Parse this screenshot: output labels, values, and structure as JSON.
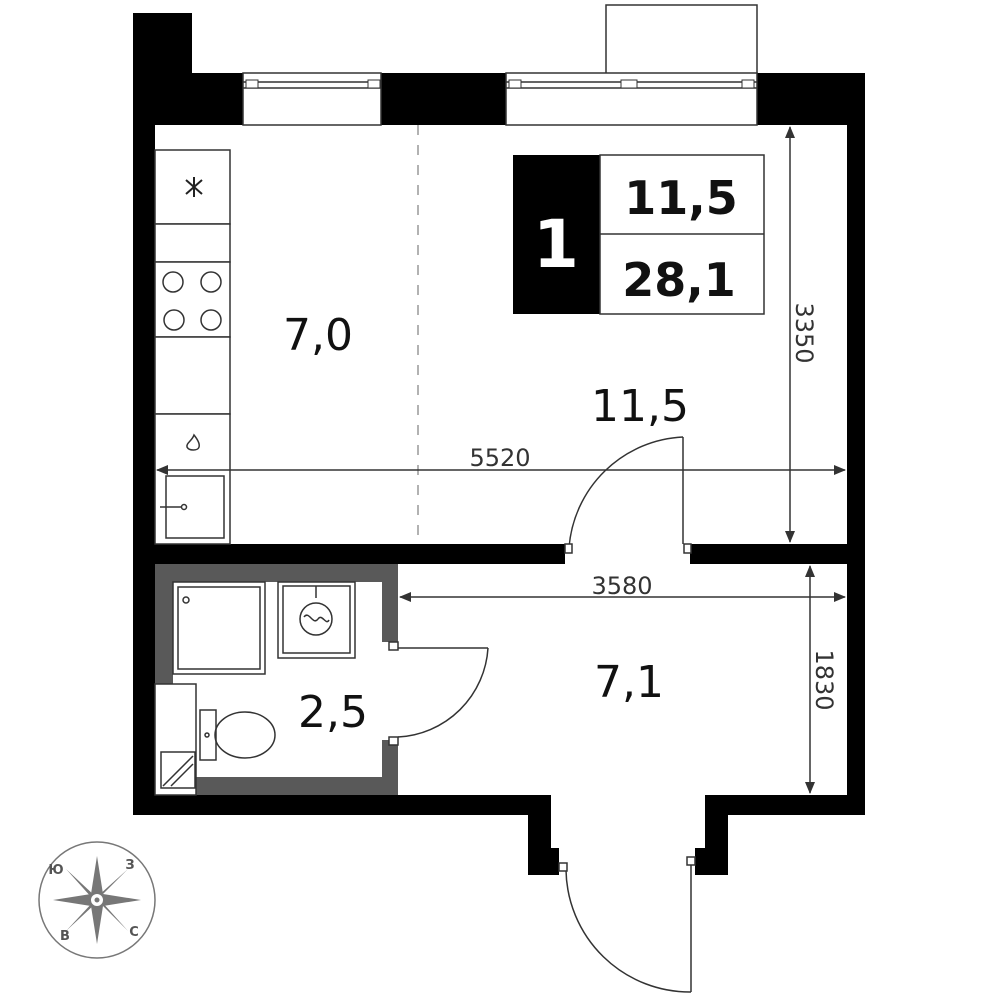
{
  "apartment": {
    "rooms": "1",
    "living_area": "11,5",
    "total_area": "28,1"
  },
  "room_areas": {
    "kitchen": "7,0",
    "living_room": "11,5",
    "bathroom": "2,5",
    "hallway": "7,1"
  },
  "dimensions": {
    "width_upper": "5520",
    "height_upper": "3350",
    "width_lower": "3580",
    "height_lower": "1830"
  },
  "compass": {
    "north": "З",
    "west": "Ю",
    "south": "С",
    "east": "В"
  },
  "colors": {
    "wall": "#000000",
    "bathroom_wall": "#595959",
    "line": "#333333"
  }
}
